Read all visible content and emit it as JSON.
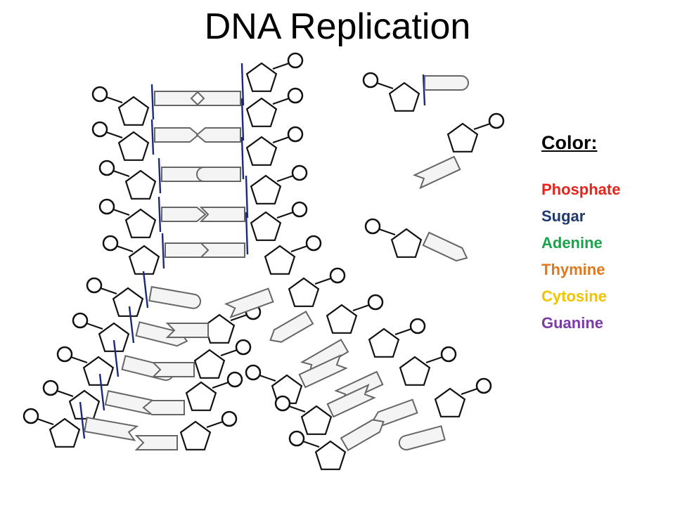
{
  "title": "DNA Replication",
  "legend": {
    "heading": "Color:",
    "items": [
      {
        "label": "Phosphate",
        "color": "#e8231b"
      },
      {
        "label": "Sugar",
        "color": "#1f3a6e"
      },
      {
        "label": "Adenine",
        "color": "#1aa34a"
      },
      {
        "label": "Thymine",
        "color": "#e0781f"
      },
      {
        "label": "Cytosine",
        "color": "#f2c400"
      },
      {
        "label": "Guanine",
        "color": "#7a3aa8"
      }
    ]
  },
  "diagram": {
    "style": "black-and-white line drawing (uncolored worksheet)",
    "parts": [
      "phosphate",
      "sugar",
      "base",
      "backbone-bond"
    ],
    "structure": "double-stranded DNA (left) unzipping into two separated strands (right) with free nucleotides (top right)",
    "base_shapes": [
      "rectangle-with-notch",
      "rectangle-with-point",
      "rectangle-with-rounded-end"
    ]
  }
}
